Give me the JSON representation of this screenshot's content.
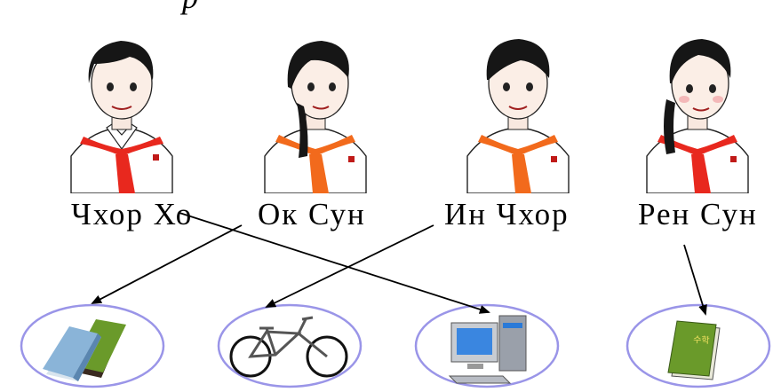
{
  "header": {
    "fragment": "p"
  },
  "children": [
    {
      "name": "Чхор Хо"
    },
    {
      "name": "Ок Сун"
    },
    {
      "name": "Ин Чхор"
    },
    {
      "name": "Рен Сун"
    }
  ],
  "items": [
    {
      "icon": "books-icon"
    },
    {
      "icon": "bicycle-icon"
    },
    {
      "icon": "computer-icon"
    },
    {
      "icon": "math-book-icon",
      "label": "수학"
    }
  ],
  "matches": [
    {
      "child": "Чхор Хо",
      "item": "computer-icon"
    },
    {
      "child": "Ок Сун",
      "item": "books-icon"
    },
    {
      "child": "Ин Чхор",
      "item": "bicycle-icon"
    },
    {
      "child": "Рен Сун",
      "item": "math-book-icon"
    }
  ],
  "colors": {
    "scarf": "#e8281e",
    "hair": "#141414",
    "ellipse_border": "#9a95e8",
    "book_green": "#6a9a2a"
  }
}
